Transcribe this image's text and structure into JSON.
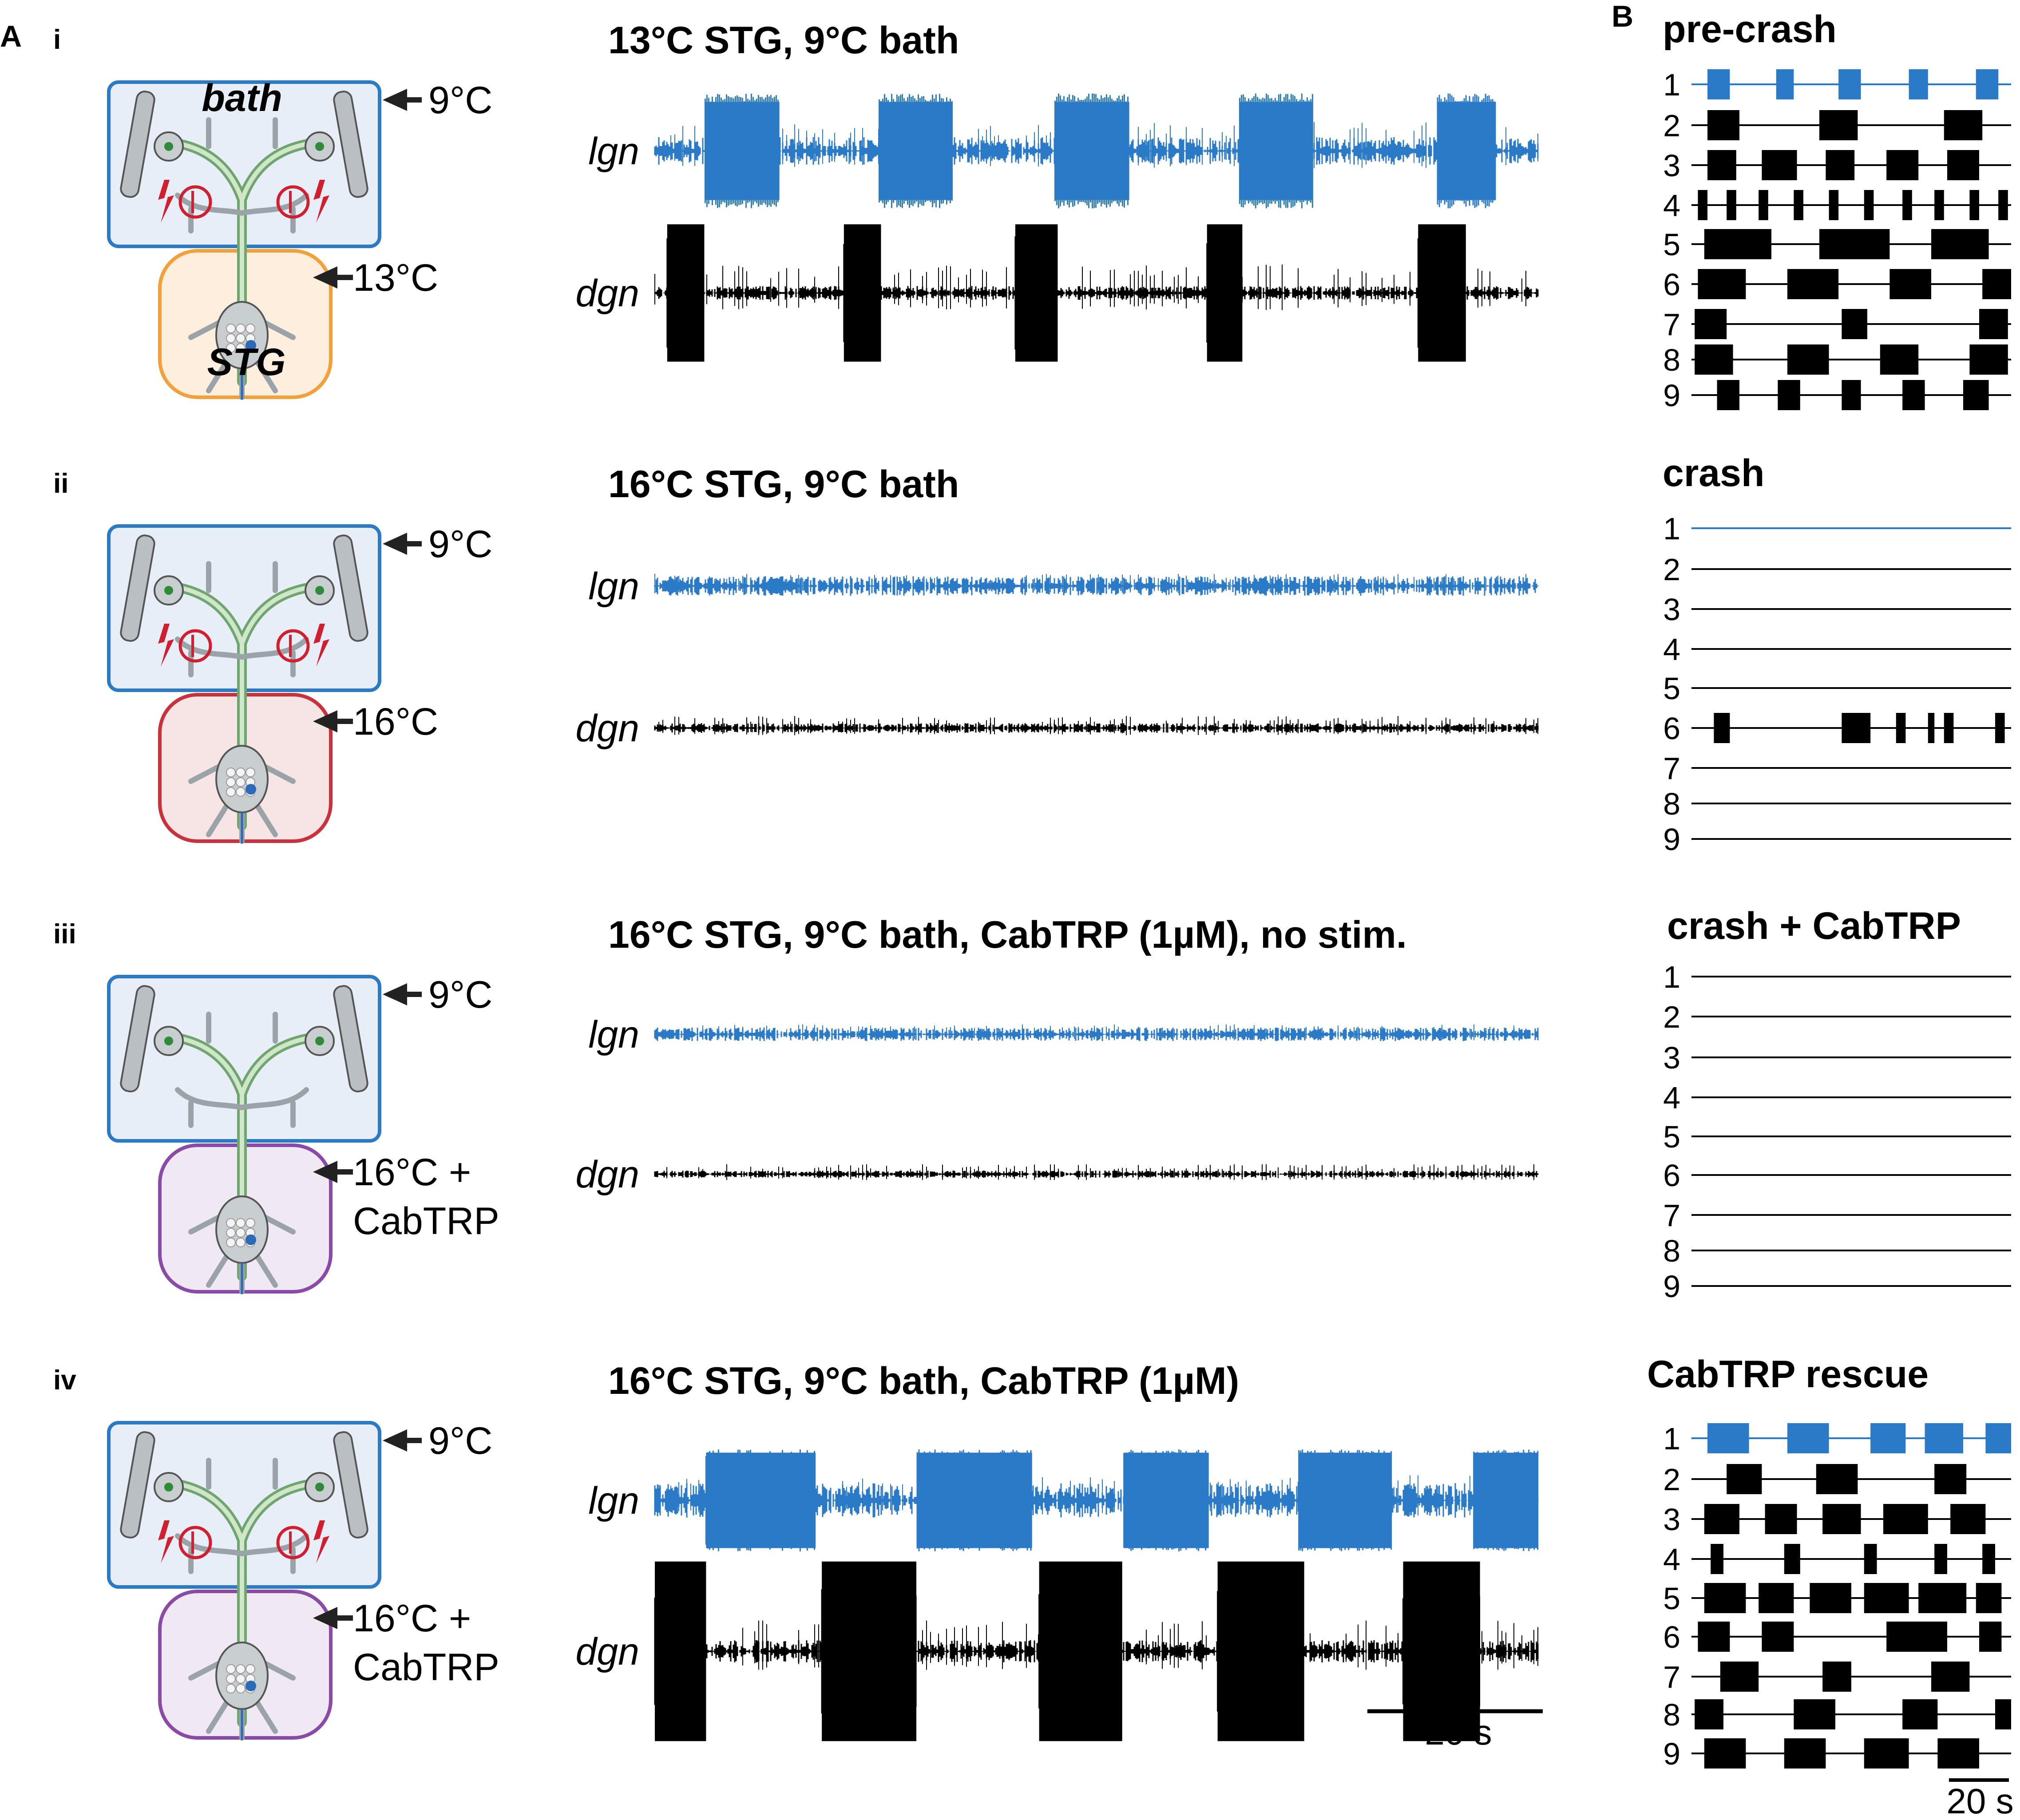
{
  "figure": {
    "panel_a": {
      "letter": "A",
      "rows": [
        {
          "roman": "i",
          "title": "13°C STG, 9°C bath",
          "bath_label": "bath",
          "stg_label": "STG",
          "bath_temp": "9°C",
          "stg_temp_line1": "13°C",
          "stg_temp_line2": "",
          "stim": true,
          "stg_color": "#f2a03a",
          "stg_fill": "#fdeedd",
          "traces": [
            {
              "name": "lgn",
              "color": "#2a7ac7",
              "bursts": [
                [
                  0.057,
                  0.141
                ],
                [
                  0.254,
                  0.337
                ],
                [
                  0.453,
                  0.537
                ],
                [
                  0.662,
                  0.745
                ],
                [
                  0.886,
                  0.952
                ]
              ],
              "burst_amp": 0.5,
              "noise_amp": 0.12
            },
            {
              "name": "dgn",
              "color": "#000000",
              "bursts": [
                [
                  0.014,
                  0.056
                ],
                [
                  0.214,
                  0.256
                ],
                [
                  0.408,
                  0.456
                ],
                [
                  0.625,
                  0.665
                ],
                [
                  0.864,
                  0.918
                ]
              ],
              "burst_amp": 0.7,
              "noise_amp": 0.06
            }
          ]
        },
        {
          "roman": "ii",
          "title": "16°C STG, 9°C bath",
          "bath_label": "",
          "stg_label": "",
          "bath_temp": "9°C",
          "stg_temp_line1": "16°C",
          "stg_temp_line2": "",
          "stim": true,
          "stg_color": "#c9313c",
          "stg_fill": "#f7e4e4",
          "traces": [
            {
              "name": "lgn",
              "color": "#2a7ac7",
              "bursts": [],
              "burst_amp": 0.5,
              "noise_amp": 0.2
            },
            {
              "name": "dgn",
              "color": "#000000",
              "bursts": [],
              "burst_amp": 0.6,
              "noise_amp": 0.1
            }
          ]
        },
        {
          "roman": "iii",
          "title": "16°C STG, 9°C bath, CabTRP (1µM), no stim.",
          "bath_label": "",
          "stg_label": "",
          "bath_temp": "9°C",
          "stg_temp_line1": "16°C +",
          "stg_temp_line2": "CabTRP",
          "stim": false,
          "stg_color": "#8a4aa8",
          "stg_fill": "#f0e8f2",
          "traces": [
            {
              "name": "lgn",
              "color": "#2a7ac7",
              "bursts": [],
              "burst_amp": 0.5,
              "noise_amp": 0.17
            },
            {
              "name": "dgn",
              "color": "#000000",
              "bursts": [],
              "burst_amp": 0.6,
              "noise_amp": 0.09
            }
          ]
        },
        {
          "roman": "iv",
          "title": "16°C STG, 9°C bath, CabTRP (1µM)",
          "bath_label": "",
          "stg_label": "",
          "bath_temp": "9°C",
          "stg_temp_line1": "16°C +",
          "stg_temp_line2": "CabTRP",
          "stim": true,
          "stg_color": "#8a4aa8",
          "stg_fill": "#f0e8f2",
          "traces": [
            {
              "name": "lgn",
              "color": "#2a7ac7",
              "bursts": [
                [
                  0.058,
                  0.182
                ],
                [
                  0.297,
                  0.427
                ],
                [
                  0.531,
                  0.627
                ],
                [
                  0.729,
                  0.834
                ],
                [
                  0.927,
                  1.0
                ]
              ],
              "burst_amp": 0.55,
              "noise_amp": 0.17
            },
            {
              "name": "dgn",
              "color": "#000000",
              "bursts": [
                [
                  0.0,
                  0.058
                ],
                [
                  0.189,
                  0.296
                ],
                [
                  0.435,
                  0.529
                ],
                [
                  0.637,
                  0.735
                ],
                [
                  0.847,
                  0.934
                ]
              ],
              "burst_amp": 0.85,
              "noise_amp": 0.09
            }
          ]
        }
      ],
      "scale_bar": "20 s"
    },
    "panel_b": {
      "letter": "B",
      "groups": [
        {
          "title": "pre-crash",
          "rows": [
            {
              "n": "1",
              "color": "#2a7ac7",
              "bursts": [
                [
                  0.05,
                  0.12
                ],
                [
                  0.265,
                  0.32
                ],
                [
                  0.46,
                  0.53
                ],
                [
                  0.68,
                  0.74
                ],
                [
                  0.89,
                  0.96
                ]
              ]
            },
            {
              "n": "2",
              "color": "#000000",
              "bursts": [
                [
                  0.05,
                  0.15
                ],
                [
                  0.4,
                  0.52
                ],
                [
                  0.79,
                  0.91
                ]
              ]
            },
            {
              "n": "3",
              "color": "#000000",
              "bursts": [
                [
                  0.05,
                  0.14
                ],
                [
                  0.22,
                  0.33
                ],
                [
                  0.42,
                  0.51
                ],
                [
                  0.61,
                  0.71
                ],
                [
                  0.8,
                  0.9
                ]
              ]
            },
            {
              "n": "4",
              "color": "#000000",
              "bursts": [
                [
                  0.02,
                  0.05
                ],
                [
                  0.11,
                  0.14
                ],
                [
                  0.21,
                  0.24
                ],
                [
                  0.32,
                  0.35
                ],
                [
                  0.43,
                  0.46
                ],
                [
                  0.54,
                  0.57
                ],
                [
                  0.66,
                  0.69
                ],
                [
                  0.76,
                  0.79
                ],
                [
                  0.87,
                  0.9
                ],
                [
                  0.96,
                  0.99
                ]
              ]
            },
            {
              "n": "5",
              "color": "#000000",
              "bursts": [
                [
                  0.04,
                  0.25
                ],
                [
                  0.4,
                  0.62
                ],
                [
                  0.75,
                  0.93
                ]
              ]
            },
            {
              "n": "6",
              "color": "#000000",
              "bursts": [
                [
                  0.02,
                  0.17
                ],
                [
                  0.3,
                  0.46
                ],
                [
                  0.62,
                  0.75
                ],
                [
                  0.91,
                  1.0
                ]
              ]
            },
            {
              "n": "7",
              "color": "#000000",
              "bursts": [
                [
                  0.01,
                  0.11
                ],
                [
                  0.47,
                  0.55
                ],
                [
                  0.9,
                  0.99
                ]
              ]
            },
            {
              "n": "8",
              "color": "#000000",
              "bursts": [
                [
                  0.01,
                  0.13
                ],
                [
                  0.3,
                  0.43
                ],
                [
                  0.59,
                  0.71
                ],
                [
                  0.87,
                  0.99
                ]
              ]
            },
            {
              "n": "9",
              "color": "#000000",
              "bursts": [
                [
                  0.08,
                  0.15
                ],
                [
                  0.27,
                  0.34
                ],
                [
                  0.47,
                  0.53
                ],
                [
                  0.66,
                  0.73
                ],
                [
                  0.85,
                  0.93
                ]
              ]
            }
          ]
        },
        {
          "title": "crash",
          "rows": [
            {
              "n": "1",
              "color": "#2a7ac7",
              "bursts": []
            },
            {
              "n": "2",
              "color": "#000000",
              "bursts": []
            },
            {
              "n": "3",
              "color": "#000000",
              "bursts": []
            },
            {
              "n": "4",
              "color": "#000000",
              "bursts": []
            },
            {
              "n": "5",
              "color": "#000000",
              "bursts": []
            },
            {
              "n": "6",
              "color": "#000000",
              "bursts": [
                [
                  0.07,
                  0.12
                ],
                [
                  0.47,
                  0.56
                ],
                [
                  0.64,
                  0.67
                ],
                [
                  0.74,
                  0.76
                ],
                [
                  0.79,
                  0.82
                ],
                [
                  0.95,
                  0.98
                ]
              ]
            },
            {
              "n": "7",
              "color": "#000000",
              "bursts": []
            },
            {
              "n": "8",
              "color": "#000000",
              "bursts": []
            },
            {
              "n": "9",
              "color": "#000000",
              "bursts": []
            }
          ]
        },
        {
          "title": "crash + CabTRP",
          "rows": [
            {
              "n": "1",
              "color": "#000000",
              "bursts": []
            },
            {
              "n": "2",
              "color": "#000000",
              "bursts": []
            },
            {
              "n": "3",
              "color": "#000000",
              "bursts": []
            },
            {
              "n": "4",
              "color": "#000000",
              "bursts": []
            },
            {
              "n": "5",
              "color": "#000000",
              "bursts": []
            },
            {
              "n": "6",
              "color": "#000000",
              "bursts": []
            },
            {
              "n": "7",
              "color": "#000000",
              "bursts": []
            },
            {
              "n": "8",
              "color": "#000000",
              "bursts": []
            },
            {
              "n": "9",
              "color": "#000000",
              "bursts": []
            }
          ]
        },
        {
          "title": "CabTRP rescue",
          "rows": [
            {
              "n": "1",
              "color": "#2a7ac7",
              "bursts": [
                [
                  0.05,
                  0.18
                ],
                [
                  0.3,
                  0.43
                ],
                [
                  0.56,
                  0.67
                ],
                [
                  0.73,
                  0.85
                ],
                [
                  0.92,
                  1.0
                ]
              ]
            },
            {
              "n": "2",
              "color": "#000000",
              "bursts": [
                [
                  0.11,
                  0.22
                ],
                [
                  0.39,
                  0.52
                ],
                [
                  0.76,
                  0.86
                ]
              ]
            },
            {
              "n": "3",
              "color": "#000000",
              "bursts": [
                [
                  0.04,
                  0.15
                ],
                [
                  0.23,
                  0.33
                ],
                [
                  0.41,
                  0.53
                ],
                [
                  0.6,
                  0.74
                ],
                [
                  0.81,
                  0.92
                ]
              ]
            },
            {
              "n": "4",
              "color": "#000000",
              "bursts": [
                [
                  0.06,
                  0.1
                ],
                [
                  0.29,
                  0.34
                ],
                [
                  0.54,
                  0.58
                ],
                [
                  0.76,
                  0.8
                ],
                [
                  0.91,
                  0.95
                ]
              ]
            },
            {
              "n": "5",
              "color": "#000000",
              "bursts": [
                [
                  0.04,
                  0.17
                ],
                [
                  0.21,
                  0.32
                ],
                [
                  0.37,
                  0.5
                ],
                [
                  0.54,
                  0.68
                ],
                [
                  0.71,
                  0.86
                ],
                [
                  0.89,
                  0.97
                ]
              ]
            },
            {
              "n": "6",
              "color": "#000000",
              "bursts": [
                [
                  0.02,
                  0.12
                ],
                [
                  0.22,
                  0.32
                ],
                [
                  0.61,
                  0.8
                ],
                [
                  0.9,
                  0.97
                ]
              ]
            },
            {
              "n": "7",
              "color": "#000000",
              "bursts": [
                [
                  0.09,
                  0.21
                ],
                [
                  0.41,
                  0.5
                ],
                [
                  0.75,
                  0.87
                ]
              ]
            },
            {
              "n": "8",
              "color": "#000000",
              "bursts": [
                [
                  0.01,
                  0.1
                ],
                [
                  0.32,
                  0.45
                ],
                [
                  0.66,
                  0.77
                ],
                [
                  0.95,
                  1.0
                ]
              ]
            },
            {
              "n": "9",
              "color": "#000000",
              "bursts": [
                [
                  0.04,
                  0.17
                ],
                [
                  0.29,
                  0.42
                ],
                [
                  0.54,
                  0.68
                ],
                [
                  0.77,
                  0.9
                ]
              ]
            }
          ]
        }
      ],
      "scale_bar": "20 s"
    }
  }
}
